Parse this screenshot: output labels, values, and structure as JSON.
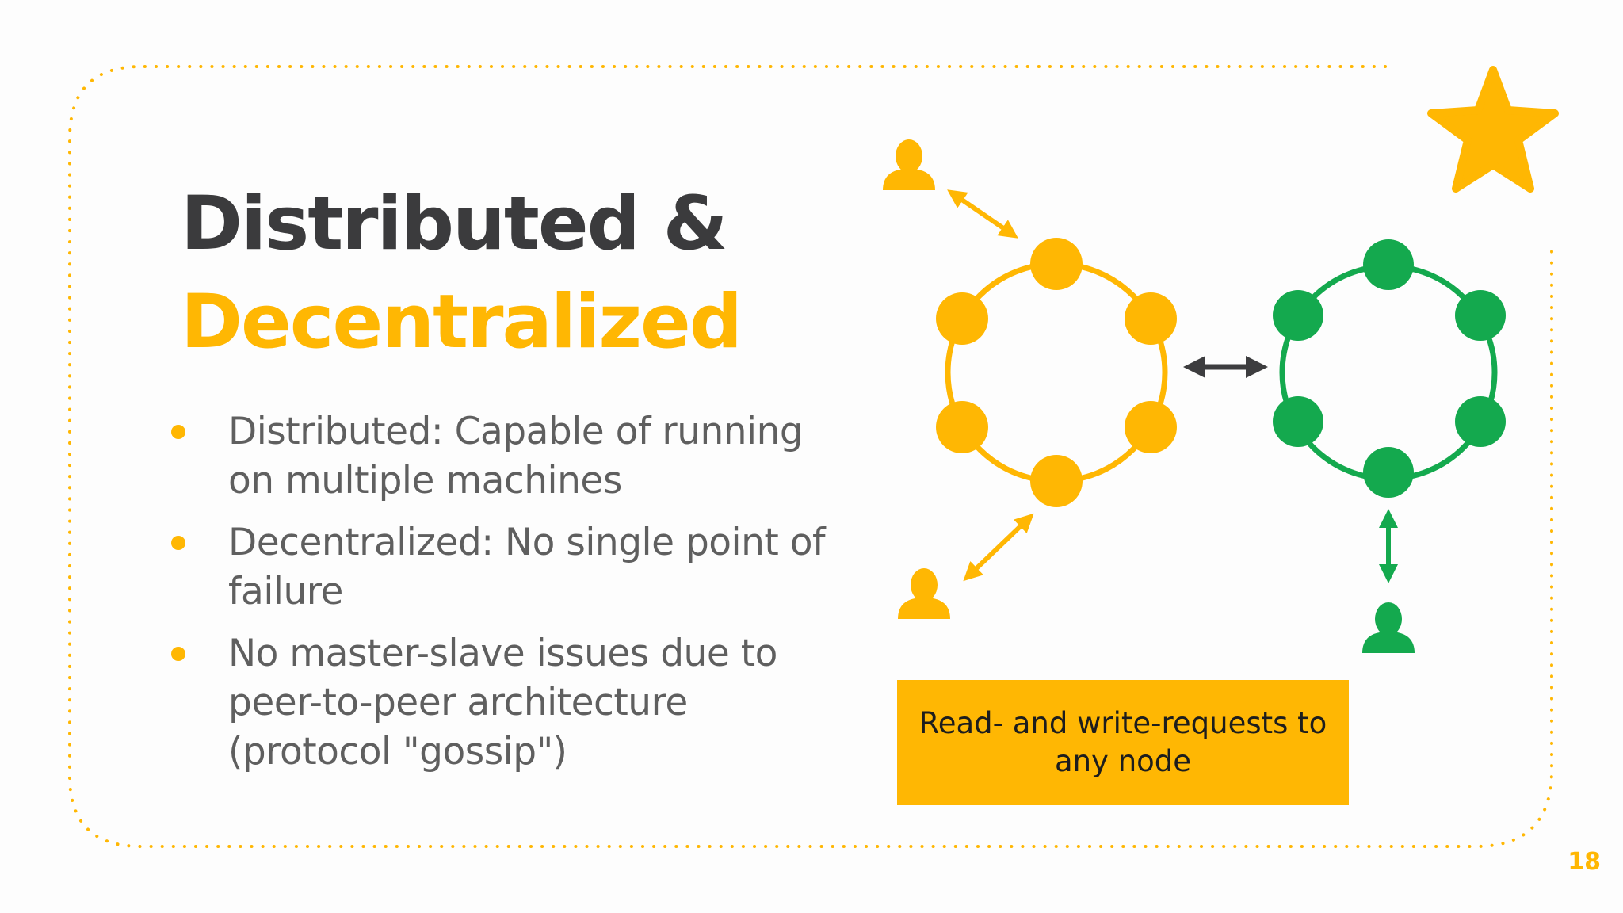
{
  "slide": {
    "title_line1": "Distributed &",
    "title_line2": "Decentralized",
    "bullets": [
      "Distributed: Capable of running on multiple machines",
      "Decentralized: No single point of failure",
      "No master-slave issues due to peer-to-peer architecture (protocol \"gossip\")"
    ],
    "note": "Read- and write-requests to any node",
    "page_number": "18"
  },
  "icons": {
    "decoration": "star-icon",
    "users": "user-icon",
    "arrows": "double-arrow-icon"
  },
  "colors": {
    "accent_yellow": "#ffb703",
    "title_dark": "#3b3b3d",
    "cluster_green": "#14a94e",
    "arrow_dark": "#3d3d3f",
    "body_text": "#5f5f5f"
  }
}
